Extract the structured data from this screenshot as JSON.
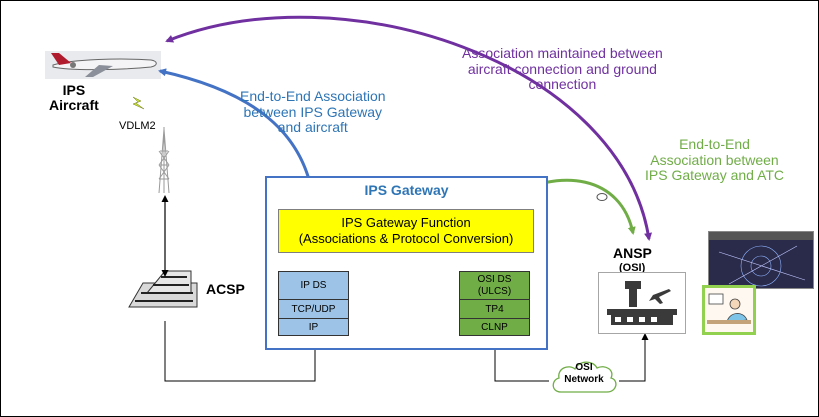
{
  "aircraft": {
    "title_line1": "IPS",
    "title_line2": "Aircraft"
  },
  "link": {
    "vdl_label": "VDLM2"
  },
  "acsp": {
    "label": "ACSP"
  },
  "annotations": {
    "blue_line1": "End-to-End Association",
    "blue_line2": "between IPS Gateway",
    "blue_line3": "and aircraft",
    "purple_line1": "Association maintained between",
    "purple_line2": "aircraft connection and ground",
    "purple_line3": "connection",
    "green_line1": "End-to-End",
    "green_line2": "Association between",
    "green_line3": "IPS Gateway and ATC"
  },
  "gateway": {
    "title": "IPS Gateway",
    "function_line1": "IPS Gateway Function",
    "function_line2": "(Associations & Protocol Conversion)",
    "ip_stack": [
      "IP DS",
      "TCP/UDP",
      "IP"
    ],
    "osi_stack": {
      "ds_line1": "OSI DS",
      "ds_line2": "(ULCS)",
      "tp4": "TP4",
      "clnp": "CLNP"
    }
  },
  "ansp": {
    "title": "ANSP",
    "subtitle": "(OSI)"
  },
  "network": {
    "line1": "OSI",
    "line2": "Network"
  },
  "colors": {
    "blue": "#4472c4",
    "blue_text": "#2e75b6",
    "purple": "#7030a0",
    "green": "#70ad47",
    "gateway_fn": "#ffff00",
    "ip_cells": "#9dc3e6",
    "osi_cells": "#70ad47"
  }
}
